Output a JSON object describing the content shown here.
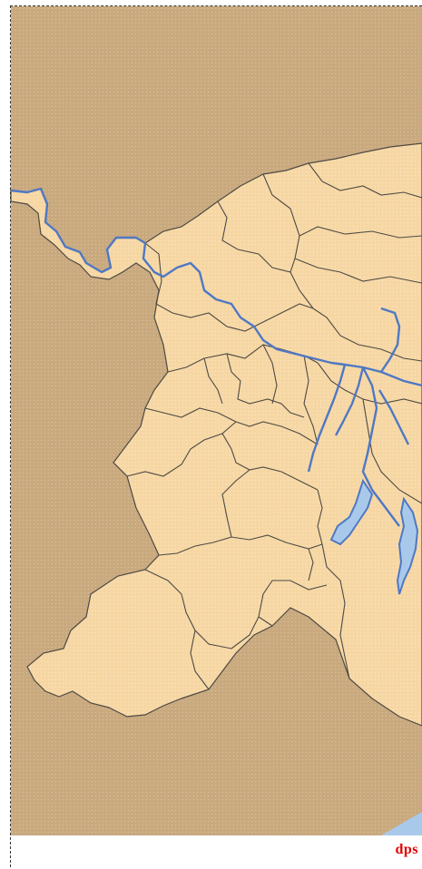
{
  "map": {
    "credit": "dps",
    "colors": {
      "outside_land": "#c9a97e",
      "region_fill": "#f6d7a4",
      "border": "#4e4a44",
      "river": "#4f78c4",
      "water": "#a9c9ea",
      "frame_bg": "#ffffff",
      "credit": "#e00000"
    },
    "layers": [
      "outside-land",
      "region-polygons",
      "internal-borders",
      "rivers",
      "reservoirs"
    ]
  }
}
